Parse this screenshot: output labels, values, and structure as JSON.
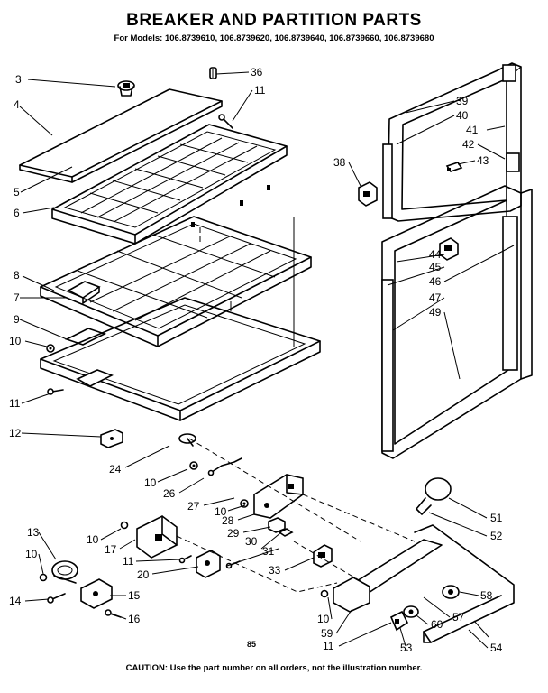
{
  "title": "BREAKER AND PARTITION PARTS",
  "models": "For Models: 106.8739610, 106.8739620, 106.8739640, 106.8739660, 106.8739680",
  "caution": "CAUTION: Use the part number on all orders, not the illustration number.",
  "page_code": "85",
  "callouts": {
    "c3": "3",
    "c4": "4",
    "c36": "36",
    "c11a": "11",
    "c5": "5",
    "c6": "6",
    "c8": "8",
    "c7": "7",
    "c9": "9",
    "c10a": "10",
    "c11b": "11",
    "c12": "12",
    "c39": "39",
    "c40": "40",
    "c41": "41",
    "c42": "42",
    "c43": "43",
    "c38": "38",
    "c44": "44",
    "c45": "45",
    "c46": "46",
    "c47": "47",
    "c49": "49",
    "c24": "24",
    "c10b": "10",
    "c26": "26",
    "c27": "27",
    "c10c": "10",
    "c28": "28",
    "c29": "29",
    "c30": "30",
    "c31": "31",
    "c13": "13",
    "c10d": "10",
    "c14": "14",
    "c15": "15",
    "c16": "16",
    "c10e": "10",
    "c17": "17",
    "c11c": "11",
    "c20": "20",
    "c33": "33",
    "c51": "51",
    "c52": "52",
    "c58": "58",
    "c57": "57",
    "c60": "60",
    "c10f": "10",
    "c59": "59",
    "c11d": "11",
    "c53": "53",
    "c54": "54"
  }
}
